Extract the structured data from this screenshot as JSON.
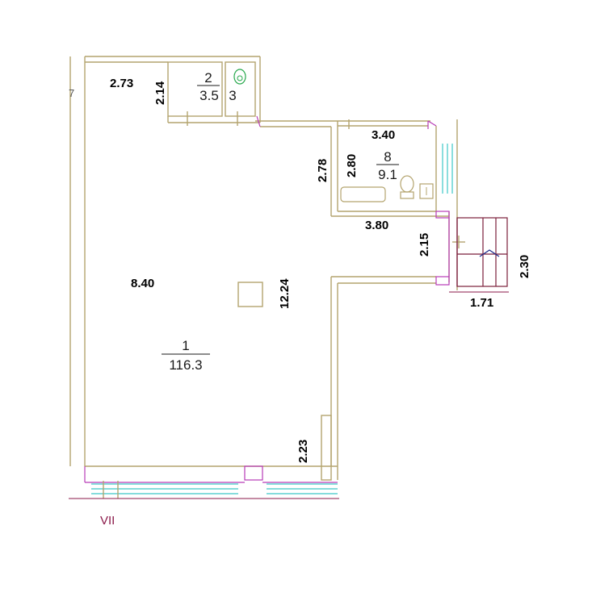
{
  "plan": {
    "dimensions": {
      "top_left_width": "2.73",
      "top_left_height": "2.14",
      "bath_width": "3.40",
      "bath_height_outer": "2.78",
      "bath_height_inner": "2.80",
      "bath_bottom_width": "3.80",
      "corridor_height": "2.15",
      "stair_height": "2.30",
      "stair_width": "1.71",
      "main_width": "8.40",
      "main_length": "12.24",
      "wall_segment": "2.23"
    },
    "rooms": [
      {
        "number": "1",
        "area": "116.3"
      },
      {
        "number": "2",
        "area": "3.5"
      },
      {
        "number": "3",
        "area": ""
      },
      {
        "number": "8",
        "area": "9.1"
      }
    ],
    "axis_label": "VII",
    "edge_mark": "7"
  },
  "colors": {
    "wall": "#b4a46e",
    "door": "#b73bb7",
    "window": "#3cc7c7",
    "axis": "#8b1a4a"
  }
}
